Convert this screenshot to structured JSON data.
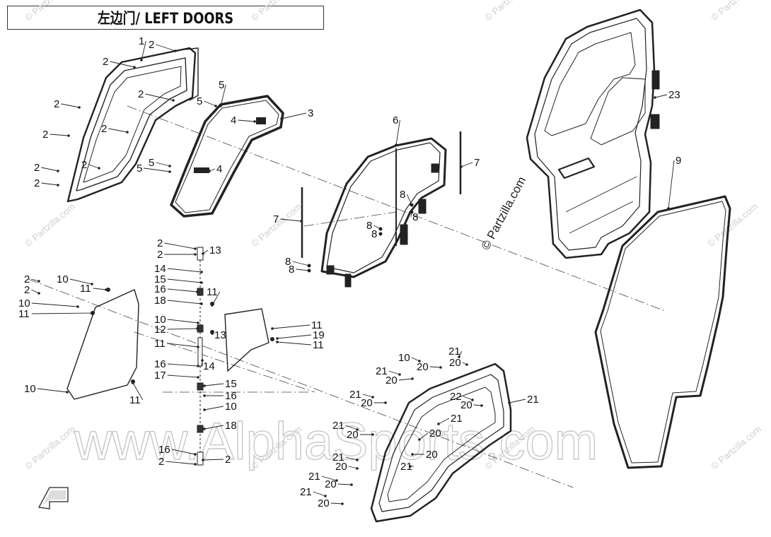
{
  "title": "左边门/ LEFT DOORS",
  "watermarks": {
    "small": "© Partzilla.com",
    "rotated_mark": "© Partzilla.com",
    "site": "www.AlphaSports.com"
  },
  "callouts": [
    "1",
    "2",
    "2",
    "2",
    "2",
    "2",
    "2",
    "2",
    "2",
    "2",
    "5",
    "5",
    "5",
    "5",
    "3",
    "4",
    "4",
    "6",
    "7",
    "7",
    "8",
    "8",
    "8",
    "8",
    "8",
    "8",
    "9",
    "23",
    "2",
    "2",
    "13",
    "14",
    "15",
    "16",
    "18",
    "10",
    "11",
    "2",
    "2",
    "10",
    "11",
    "10",
    "11",
    "12",
    "11",
    "16",
    "17",
    "14",
    "15",
    "10",
    "16",
    "10",
    "18",
    "16",
    "2",
    "2",
    "13",
    "11",
    "11",
    "19",
    "11",
    "10",
    "20",
    "21",
    "20",
    "21",
    "20",
    "21",
    "20",
    "21",
    "22",
    "20",
    "21",
    "20",
    "21",
    "20",
    "21",
    "20",
    "21",
    "20",
    "21",
    "20",
    "21",
    "20",
    "21",
    "20",
    "21",
    "21"
  ],
  "colors": {
    "line": "#222222",
    "watermark": "#cccccc",
    "background": "#ffffff"
  },
  "icons": {
    "front_arrow": "fwd-arrow-icon"
  }
}
